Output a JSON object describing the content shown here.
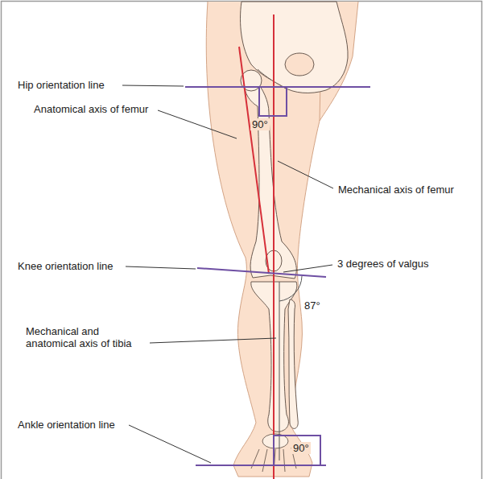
{
  "diagram": {
    "labels": [
      "Hip orientation line",
      "Anatomical axis of femur",
      "90°",
      "Mechanical axis of femur",
      "Knee orientation line",
      "3 degrees of valgus",
      "87°",
      "Mechanical and anatomical axis of tibia",
      "Ankle orientation line",
      "90°"
    ]
  }
}
